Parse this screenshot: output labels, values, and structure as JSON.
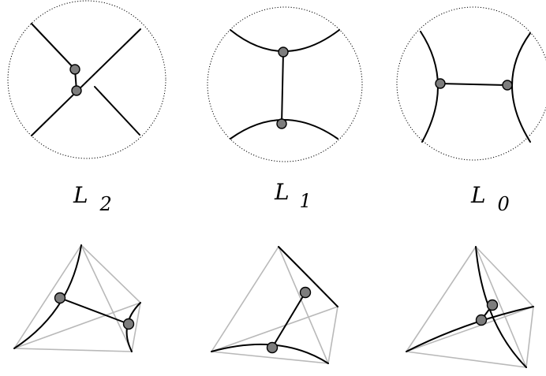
{
  "labels": [
    {
      "main": "L",
      "sub": "2"
    },
    {
      "main": "L",
      "sub": "1"
    },
    {
      "main": "L",
      "sub": "0"
    }
  ],
  "colors": {
    "ink": "#000000",
    "vertex_fill": "#7d7d7d",
    "tetra_edge": "#b9b9b9",
    "background": "#ffffff"
  }
}
